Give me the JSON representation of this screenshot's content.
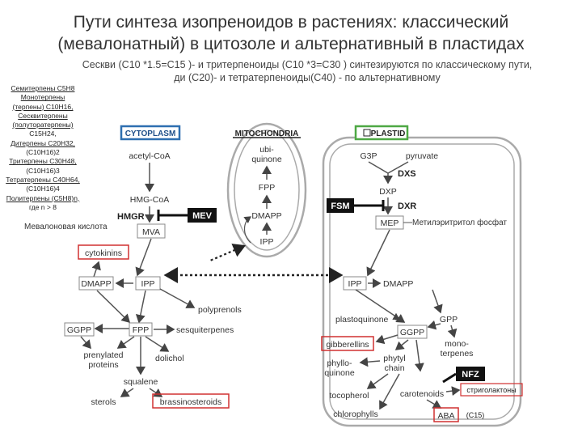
{
  "title": {
    "line1": "Пути синтеза изопреноидов в растениях: классический",
    "line2": "(мевалонатный) в цитозоле и альтернативный в пластидах"
  },
  "subtitle": {
    "line1": "Сескви (C10 *1.5=C15 )- и тритерпеноиды (C10 *3=C30 ) синтезируются по классическому пути,",
    "line2": "ди (C20)- и тетратерпеноиды(C40) - по альтернативному"
  },
  "terpenes": [
    "Семитерпены C5H8",
    "Монотерпены",
    "(терпены) C10H16,",
    "Сесквитерпены",
    "(полуторатерпены)",
    "C15H24,",
    "Дитерпены C20H32,",
    "(C10H16)2",
    "Тритерпены C30H48,",
    "(C10H16)3",
    "Тетратерпены C40H64,",
    "(C10H16)4",
    "Политерпены (C5H8)n,",
    "где n > 8"
  ],
  "side_labels": {
    "mevalonic_acid": "Мевалоновая кислота",
    "mep": "Метилэритритол фосфат",
    "strigolactones": "стриголактоны",
    "c15": "(С15)"
  },
  "compartments": {
    "cytoplasm": "CYTOPLASM",
    "mitochondria": "MITOCHONDRIA",
    "plastid": "PLASTID"
  },
  "cytoplasm": {
    "acetyl_coa": "acetyl-CoA",
    "hmg_coa": "HMG-CoA",
    "hmgr": "HMGR",
    "mev": "MEV",
    "mva": "MVA",
    "cytokinins": "cytokinins",
    "dmapp": "DMAPP",
    "ipp": "IPP",
    "polyprenols": "polyprenols",
    "ggpp": "GGPP",
    "fpp": "FPP",
    "sesquiterpenes": "sesquiterpenes",
    "prenylated": "prenylated",
    "proteins": "proteins",
    "dolichol": "dolichol",
    "squalene": "squalene",
    "sterols": "sterols",
    "brassinosteroids": "brassinosteroids"
  },
  "mitochondria": {
    "ubi": "ubi-",
    "quinone": "quinone",
    "fpp": "FPP",
    "dmapp": "DMAPP",
    "ipp": "IPP"
  },
  "plastid": {
    "g3p": "G3P",
    "pyruvate": "pyruvate",
    "dxs": "DXS",
    "dxp": "DXP",
    "fsm": "FSM",
    "dxr": "DXR",
    "mep": "MEP",
    "ipp": "IPP",
    "dmapp": "DMAPP",
    "plastoquinone": "plastoquinone",
    "gpp": "GPP",
    "ggpp": "GGPP",
    "mono": "mono-",
    "terpenes": "terpenes",
    "gibberellins": "gibberellins",
    "phyllo": "phyllo-",
    "quinone": "quinone",
    "phytyl": "phytyl",
    "chain": "chain",
    "nfz": "NFZ",
    "tocopherol": "tocopherol",
    "carotenoids": "carotenoids",
    "chlorophylls": "chlorophylls",
    "aba": "ABA"
  },
  "colors": {
    "cytoplasm_border": "#2e6fb0",
    "plastid_border": "#4ea844",
    "highlight_box": "#d03030",
    "inhibitor_box": "#111111",
    "membrane": "#aaaaaa",
    "node_border": "#888888"
  }
}
